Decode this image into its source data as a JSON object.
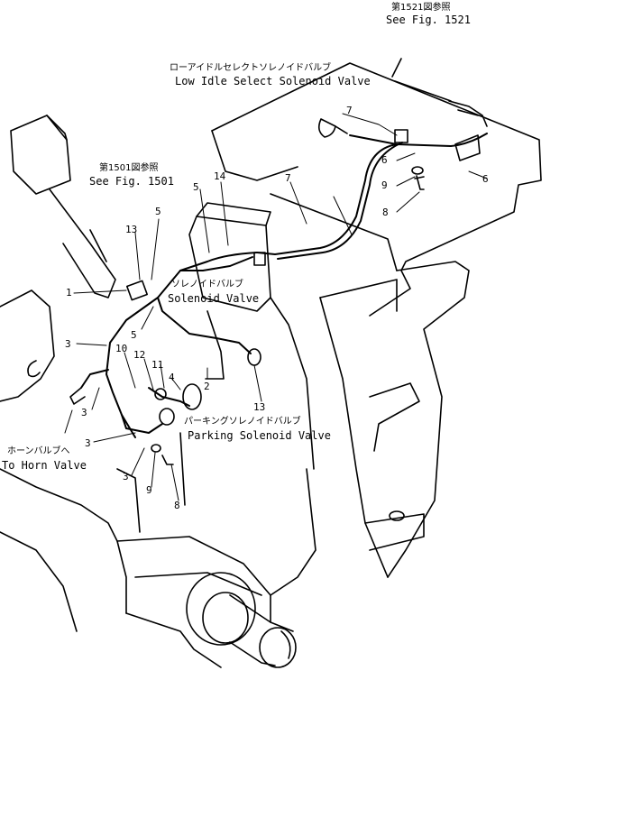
{
  "references": {
    "fig1521": {
      "jp": "第1521図参照",
      "en": "See Fig. 1521"
    },
    "fig1501": {
      "jp": "第1501図参照",
      "en": "See Fig. 1501"
    }
  },
  "callouts": {
    "low_idle": {
      "jp": "ローアイドルセレクトソレノイドバルブ",
      "en": "Low Idle Select Solenoid Valve"
    },
    "solenoid": {
      "jp": "ソレノイドバルブ",
      "en": "Solenoid Valve"
    },
    "parking": {
      "jp": "パーキングソレノイドバルブ",
      "en": "Parking Solenoid Valve"
    },
    "horn": {
      "jp": "ホーンバルブへ",
      "en": "To Horn Valve"
    }
  },
  "part_numbers": {
    "n7_top": "7",
    "n6_a": "6",
    "n9_top": "9",
    "n8_top": "8",
    "n6_b": "6",
    "n14": "14",
    "n5_a": "5",
    "n7_mid": "7",
    "n13_a": "13",
    "n5_b": "5",
    "n1": "1",
    "n5_c": "5",
    "n3_a": "3",
    "n10": "10",
    "n12": "12",
    "n11": "11",
    "n4": "4",
    "n2": "2",
    "n13_b": "13",
    "n3_b": "3",
    "n3_c": "3",
    "n3_d": "3",
    "n9_bot": "9",
    "n8_bot": "8"
  }
}
